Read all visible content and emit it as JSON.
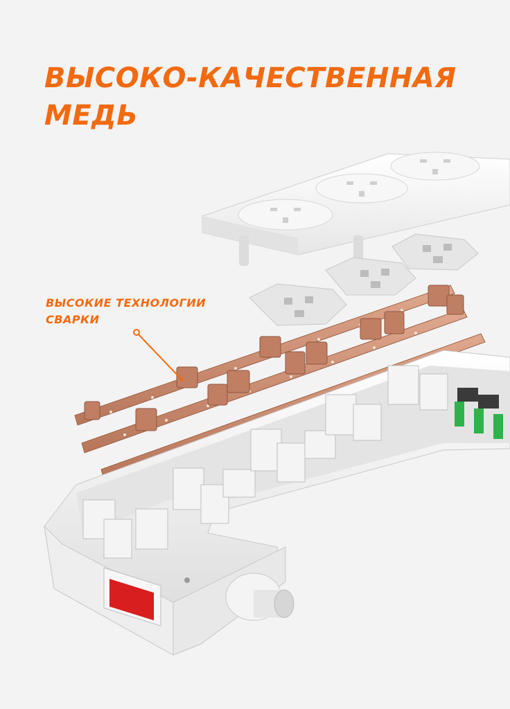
{
  "headline": {
    "line1": "ВЫСОКО-КАЧЕСТВЕННАЯ",
    "line2": "МЕДЬ"
  },
  "callout": {
    "line1": "ВЫСОКИЕ ТЕХНОЛОГИИ",
    "line2": "СВАРКИ"
  },
  "colors": {
    "accent": "#f26a10",
    "copper": "#c98a6e",
    "switch": "#d81e1e",
    "indicator": "#2fb24a"
  }
}
